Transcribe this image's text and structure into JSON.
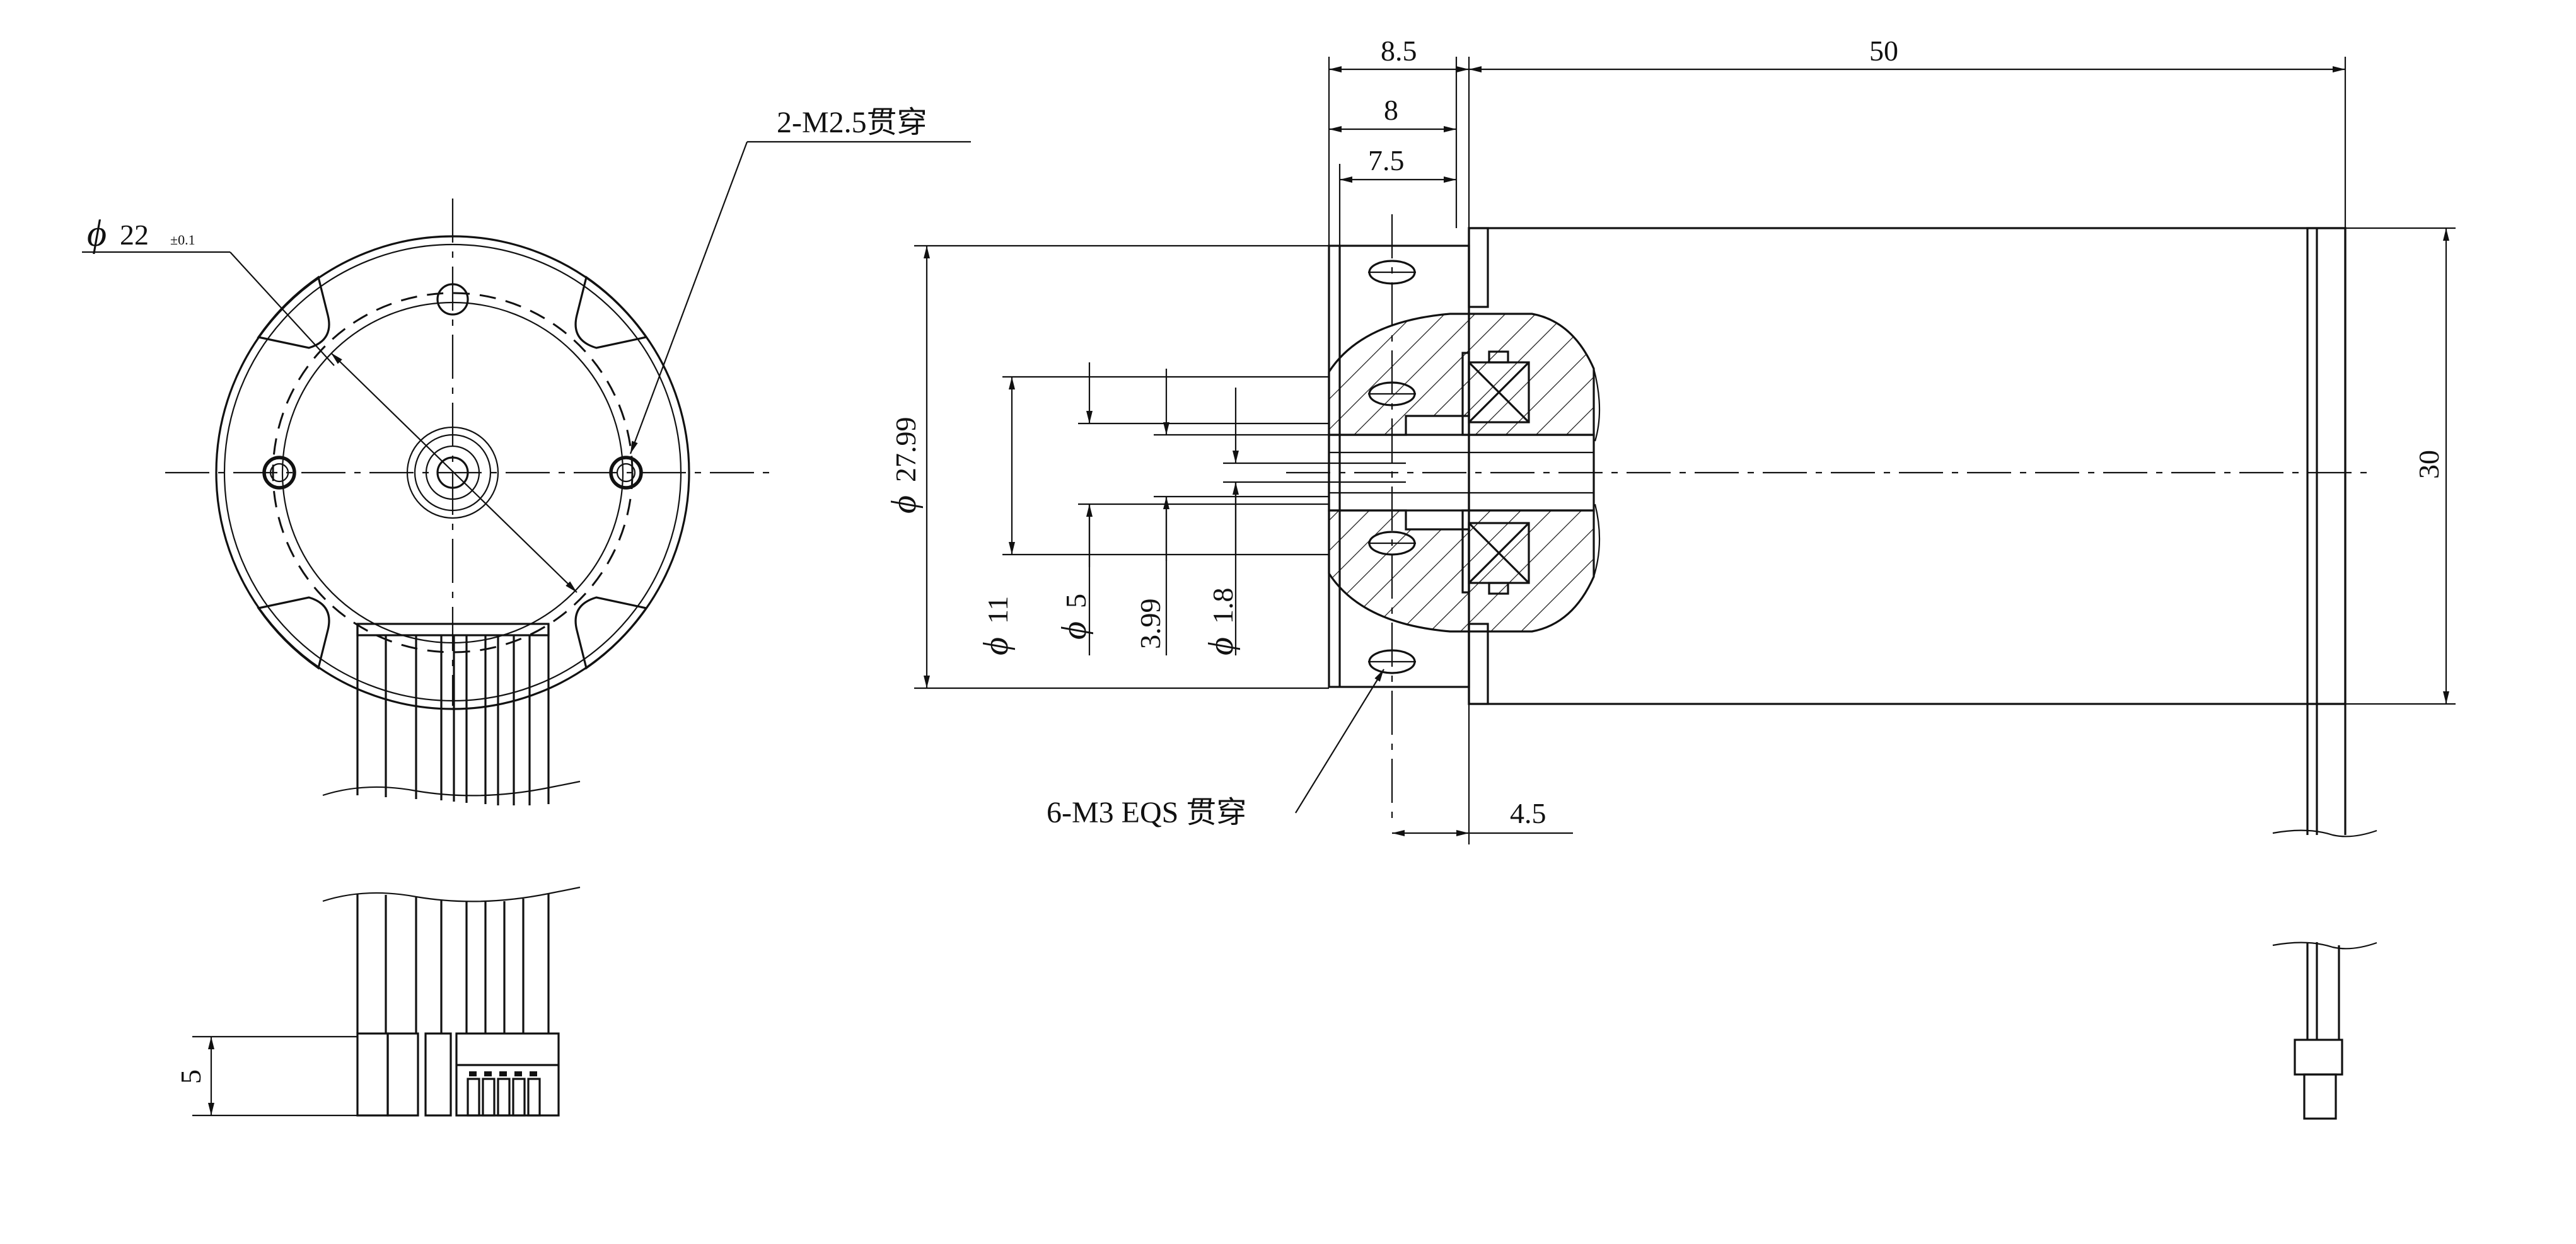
{
  "front_view": {
    "outer_diameter": "22",
    "outer_tolerance": "±0.1",
    "mount_hole_note": "2-M2.5贯穿",
    "connector_height": "5"
  },
  "side_view": {
    "flange_length_1": "8.5",
    "flange_length_2": "8",
    "flange_length_3": "7.5",
    "body_length": "50",
    "flange_diameter": "27.99",
    "body_diameter": "30",
    "bore_diameter_1": "11",
    "bore_diameter_2": "5",
    "shaft_diameter_1": "3.99",
    "shaft_diameter_2": "1.8",
    "flange_hole_note": "6-M3 EQS 贯穿",
    "shoulder_length": "4.5"
  },
  "symbols": {
    "diameter": "ϕ"
  }
}
